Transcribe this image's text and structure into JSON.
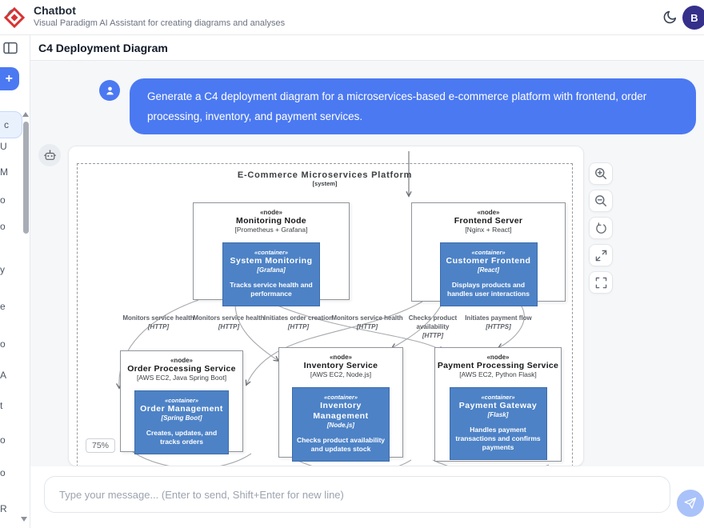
{
  "app": {
    "title": "Chatbot",
    "subtitle": "Visual Paradigm AI Assistant for creating diagrams and analyses",
    "user_initial": "B"
  },
  "page": {
    "title": "C4 Deployment Diagram"
  },
  "sidebar": {
    "new_chat_label": "+",
    "active_item_fragment": "c",
    "item_fragments": [
      "U",
      "M",
      "o",
      "o",
      "y",
      "e",
      "o",
      "A",
      "t",
      "o",
      "o",
      "R"
    ]
  },
  "chat": {
    "user_message": "Generate a C4 deployment diagram for a microservices-based e-commerce platform with frontend, order processing, inventory, and payment services.",
    "zoom_badge": "75%"
  },
  "composer": {
    "placeholder": "Type your message... (Enter to send, Shift+Enter for new line)"
  },
  "canvas_controls": {
    "zoom_in": "zoom-in",
    "zoom_out": "zoom-out",
    "reset_view": "reset-view",
    "expand": "expand",
    "fit_screen": "fit-screen"
  },
  "diagram": {
    "title": "E-Commerce Microservices Platform",
    "stereotype": "[system]",
    "nodes": [
      {
        "stereotype": "«node»",
        "name": "Monitoring Node",
        "tech": "[Prometheus + Grafana]",
        "container": {
          "stereotype": "«container»",
          "name": "System Monitoring",
          "tech": "[Grafana]",
          "description": "Tracks service health and performance"
        }
      },
      {
        "stereotype": "«node»",
        "name": "Frontend Server",
        "tech": "[Nginx + React]",
        "container": {
          "stereotype": "«container»",
          "name": "Customer Frontend",
          "tech": "[React]",
          "description": "Displays products and handles user interactions"
        }
      },
      {
        "stereotype": "«node»",
        "name": "Order Processing Service",
        "tech": "[AWS EC2, Java Spring Boot]",
        "container": {
          "stereotype": "«container»",
          "name": "Order Management",
          "tech": "[Spring Boot]",
          "description": "Creates, updates, and tracks orders"
        }
      },
      {
        "stereotype": "«node»",
        "name": "Inventory Service",
        "tech": "[AWS EC2, Node.js]",
        "container": {
          "stereotype": "«container»",
          "name": "Inventory Management",
          "tech": "[Node.js]",
          "description": "Checks product availability and updates stock"
        }
      },
      {
        "stereotype": "«node»",
        "name": "Payment Processing Service",
        "tech": "[AWS EC2, Python Flask]",
        "container": {
          "stereotype": "«container»",
          "name": "Payment Gateway",
          "tech": "[Flask]",
          "description": "Handles payment transactions and confirms payments"
        }
      }
    ],
    "edges": [
      {
        "label": "Monitors service health",
        "protocol": "[HTTP]"
      },
      {
        "label": "Monitors service health",
        "protocol": "[HTTP]"
      },
      {
        "label": "Initiates order creation",
        "protocol": "[HTTP]"
      },
      {
        "label": "Monitors service health",
        "protocol": "[HTTP]"
      },
      {
        "label": "Checks product availability",
        "protocol": "[HTTP]"
      },
      {
        "label": "Initiates payment flow",
        "protocol": "[HTTPS]"
      }
    ]
  },
  "colors": {
    "accent_blue": "#4b79f2",
    "container_blue": "#4d82c6",
    "avatar_indigo": "#35308a",
    "chat_background": "#f5f7f9"
  }
}
